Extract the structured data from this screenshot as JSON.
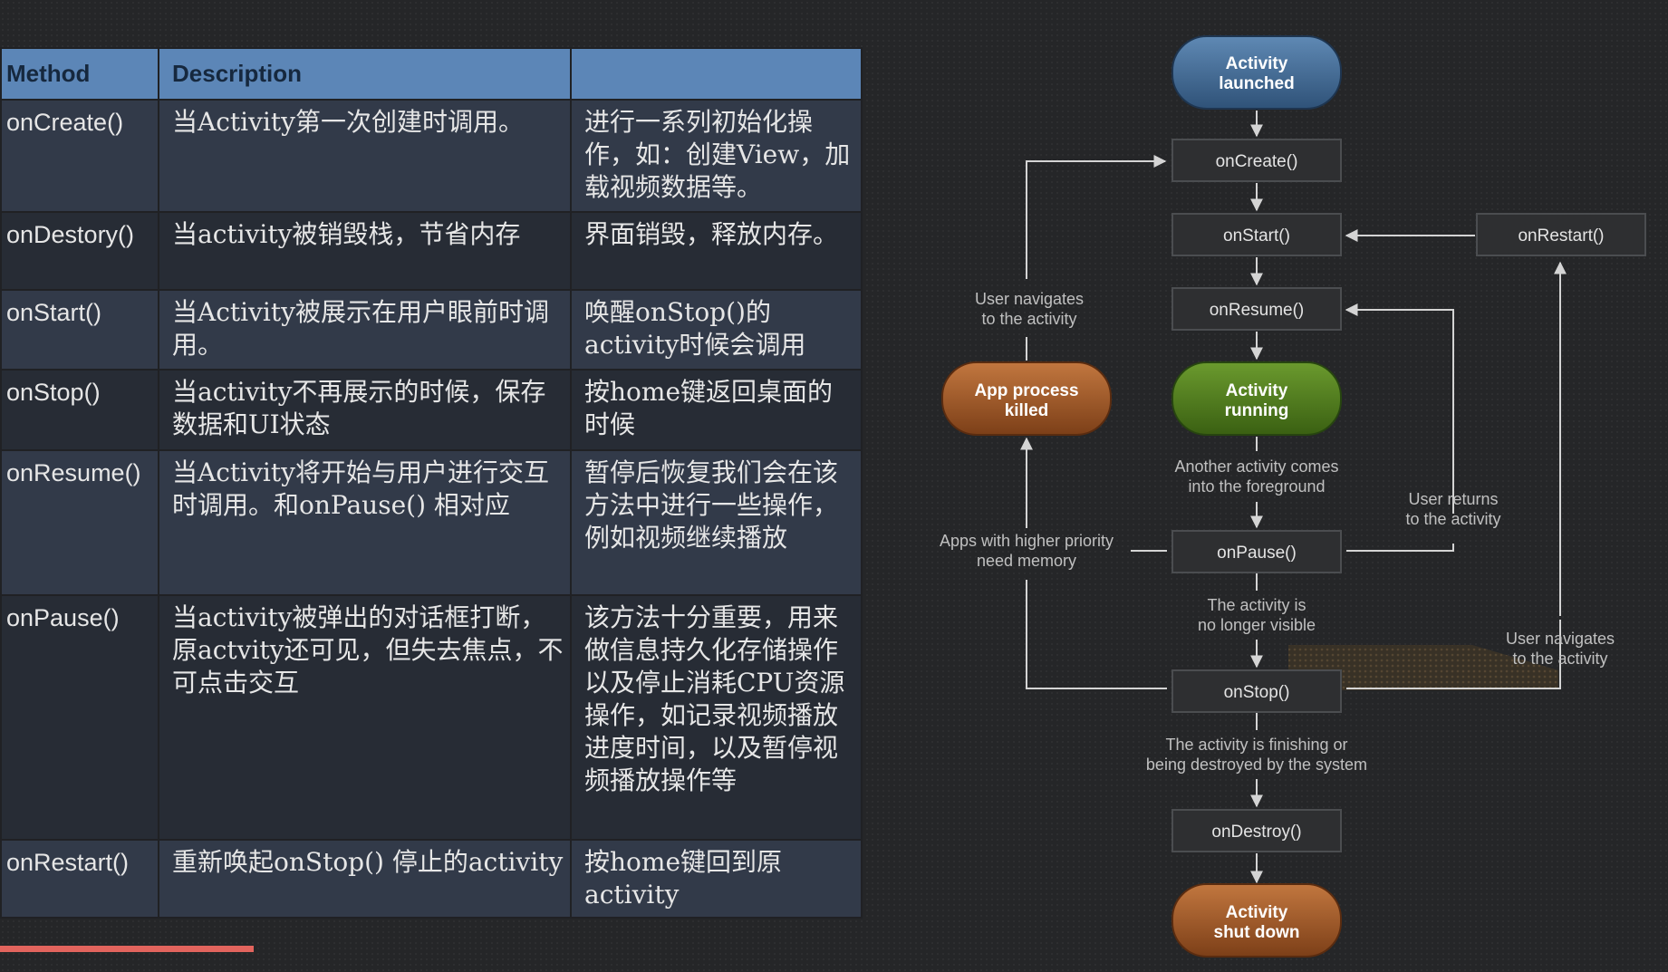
{
  "table": {
    "headers": [
      "Method",
      "Description",
      ""
    ],
    "rows": [
      [
        "onCreate()",
        "当Activity第一次创建时调用。",
        "进行一系列初始化操作，如：创建View，加载视频数据等。"
      ],
      [
        "onDestory()",
        "当activity被销毁栈，节省内存",
        "界面销毁，释放内存。"
      ],
      [
        "onStart()",
        "当Activity被展示在用户眼前时调用。",
        "唤醒onStop()的activity时候会调用"
      ],
      [
        "onStop()",
        "当activity不再展示的时候，保存数据和UI状态",
        "按home键返回桌面的时候"
      ],
      [
        "onResume()",
        "当Activity将开始与用户进行交互时调用。和onPause() 相对应",
        "暂停后恢复我们会在该方法中进行一些操作，例如视频继续播放"
      ],
      [
        "onPause()",
        "当activity被弹出的对话框打断，原actvity还可见，但失去焦点，不可点击交互",
        "该方法十分重要，用来做信息持久化存储操作以及停止消耗CPU资源操作，如记录视频播放进度时间，以及暂停视频播放操作等"
      ],
      [
        "onRestart()",
        "重新唤起onStop() 停止的activity",
        "按home键回到原activity"
      ]
    ]
  },
  "diagram": {
    "pills": {
      "launched": [
        "Activity",
        "launched"
      ],
      "running": [
        "Activity",
        "running"
      ],
      "killed": [
        "App process",
        "killed"
      ],
      "shutdown": [
        "Activity",
        "shut down"
      ]
    },
    "methods": {
      "onCreate": "onCreate()",
      "onStart": "onStart()",
      "onResume": "onResume()",
      "onPause": "onPause()",
      "onStop": "onStop()",
      "onDestroy": "onDestroy()",
      "onRestart": "onRestart()"
    },
    "notes": {
      "another_activity": [
        "Another activity comes",
        "into the foreground"
      ],
      "no_longer_visible": [
        "The activity is",
        "no longer visible"
      ],
      "finishing": [
        "The activity is finishing or",
        "being destroyed by the system"
      ],
      "user_navigates_left": [
        "User navigates",
        "to the activity"
      ],
      "higher_priority": [
        "Apps with higher priority",
        "need memory"
      ],
      "user_returns": [
        "User returns",
        "to the activity"
      ],
      "user_navigates_right": [
        "User navigates",
        "to the activity"
      ]
    },
    "colors": {
      "launched": "#3f6791",
      "running": "#4e7a1c",
      "killed": "#a0582a",
      "shutdown": "#a0582a"
    }
  }
}
